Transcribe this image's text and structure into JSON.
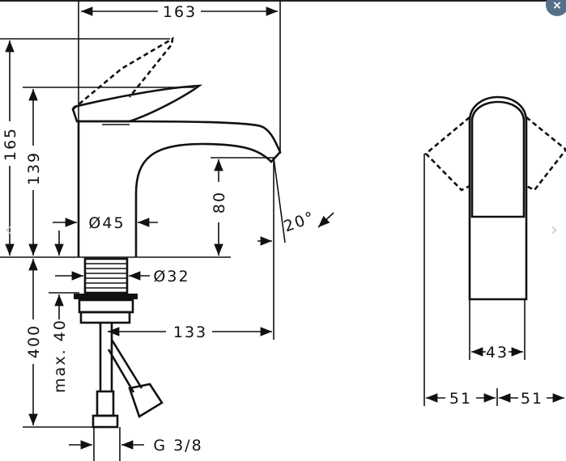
{
  "dimensions": {
    "total_depth": "163",
    "total_height": "165",
    "body_height": "139",
    "body_diameter": "Ø45",
    "spout_clearance": "80",
    "spout_angle": "20°",
    "shank_diameter": "Ø32",
    "hose_length": "400",
    "max_counter_thickness": "max. 40",
    "spout_reach": "133",
    "connection_thread": "G 3/8",
    "front_width": "43",
    "handle_left": "51",
    "handle_right": "51"
  },
  "controls": {
    "close_icon": "×",
    "prev_icon": "‹",
    "next_icon": "›"
  },
  "colors": {
    "close_button": "#57708a",
    "nav_arrow": "#c8c8c8"
  }
}
